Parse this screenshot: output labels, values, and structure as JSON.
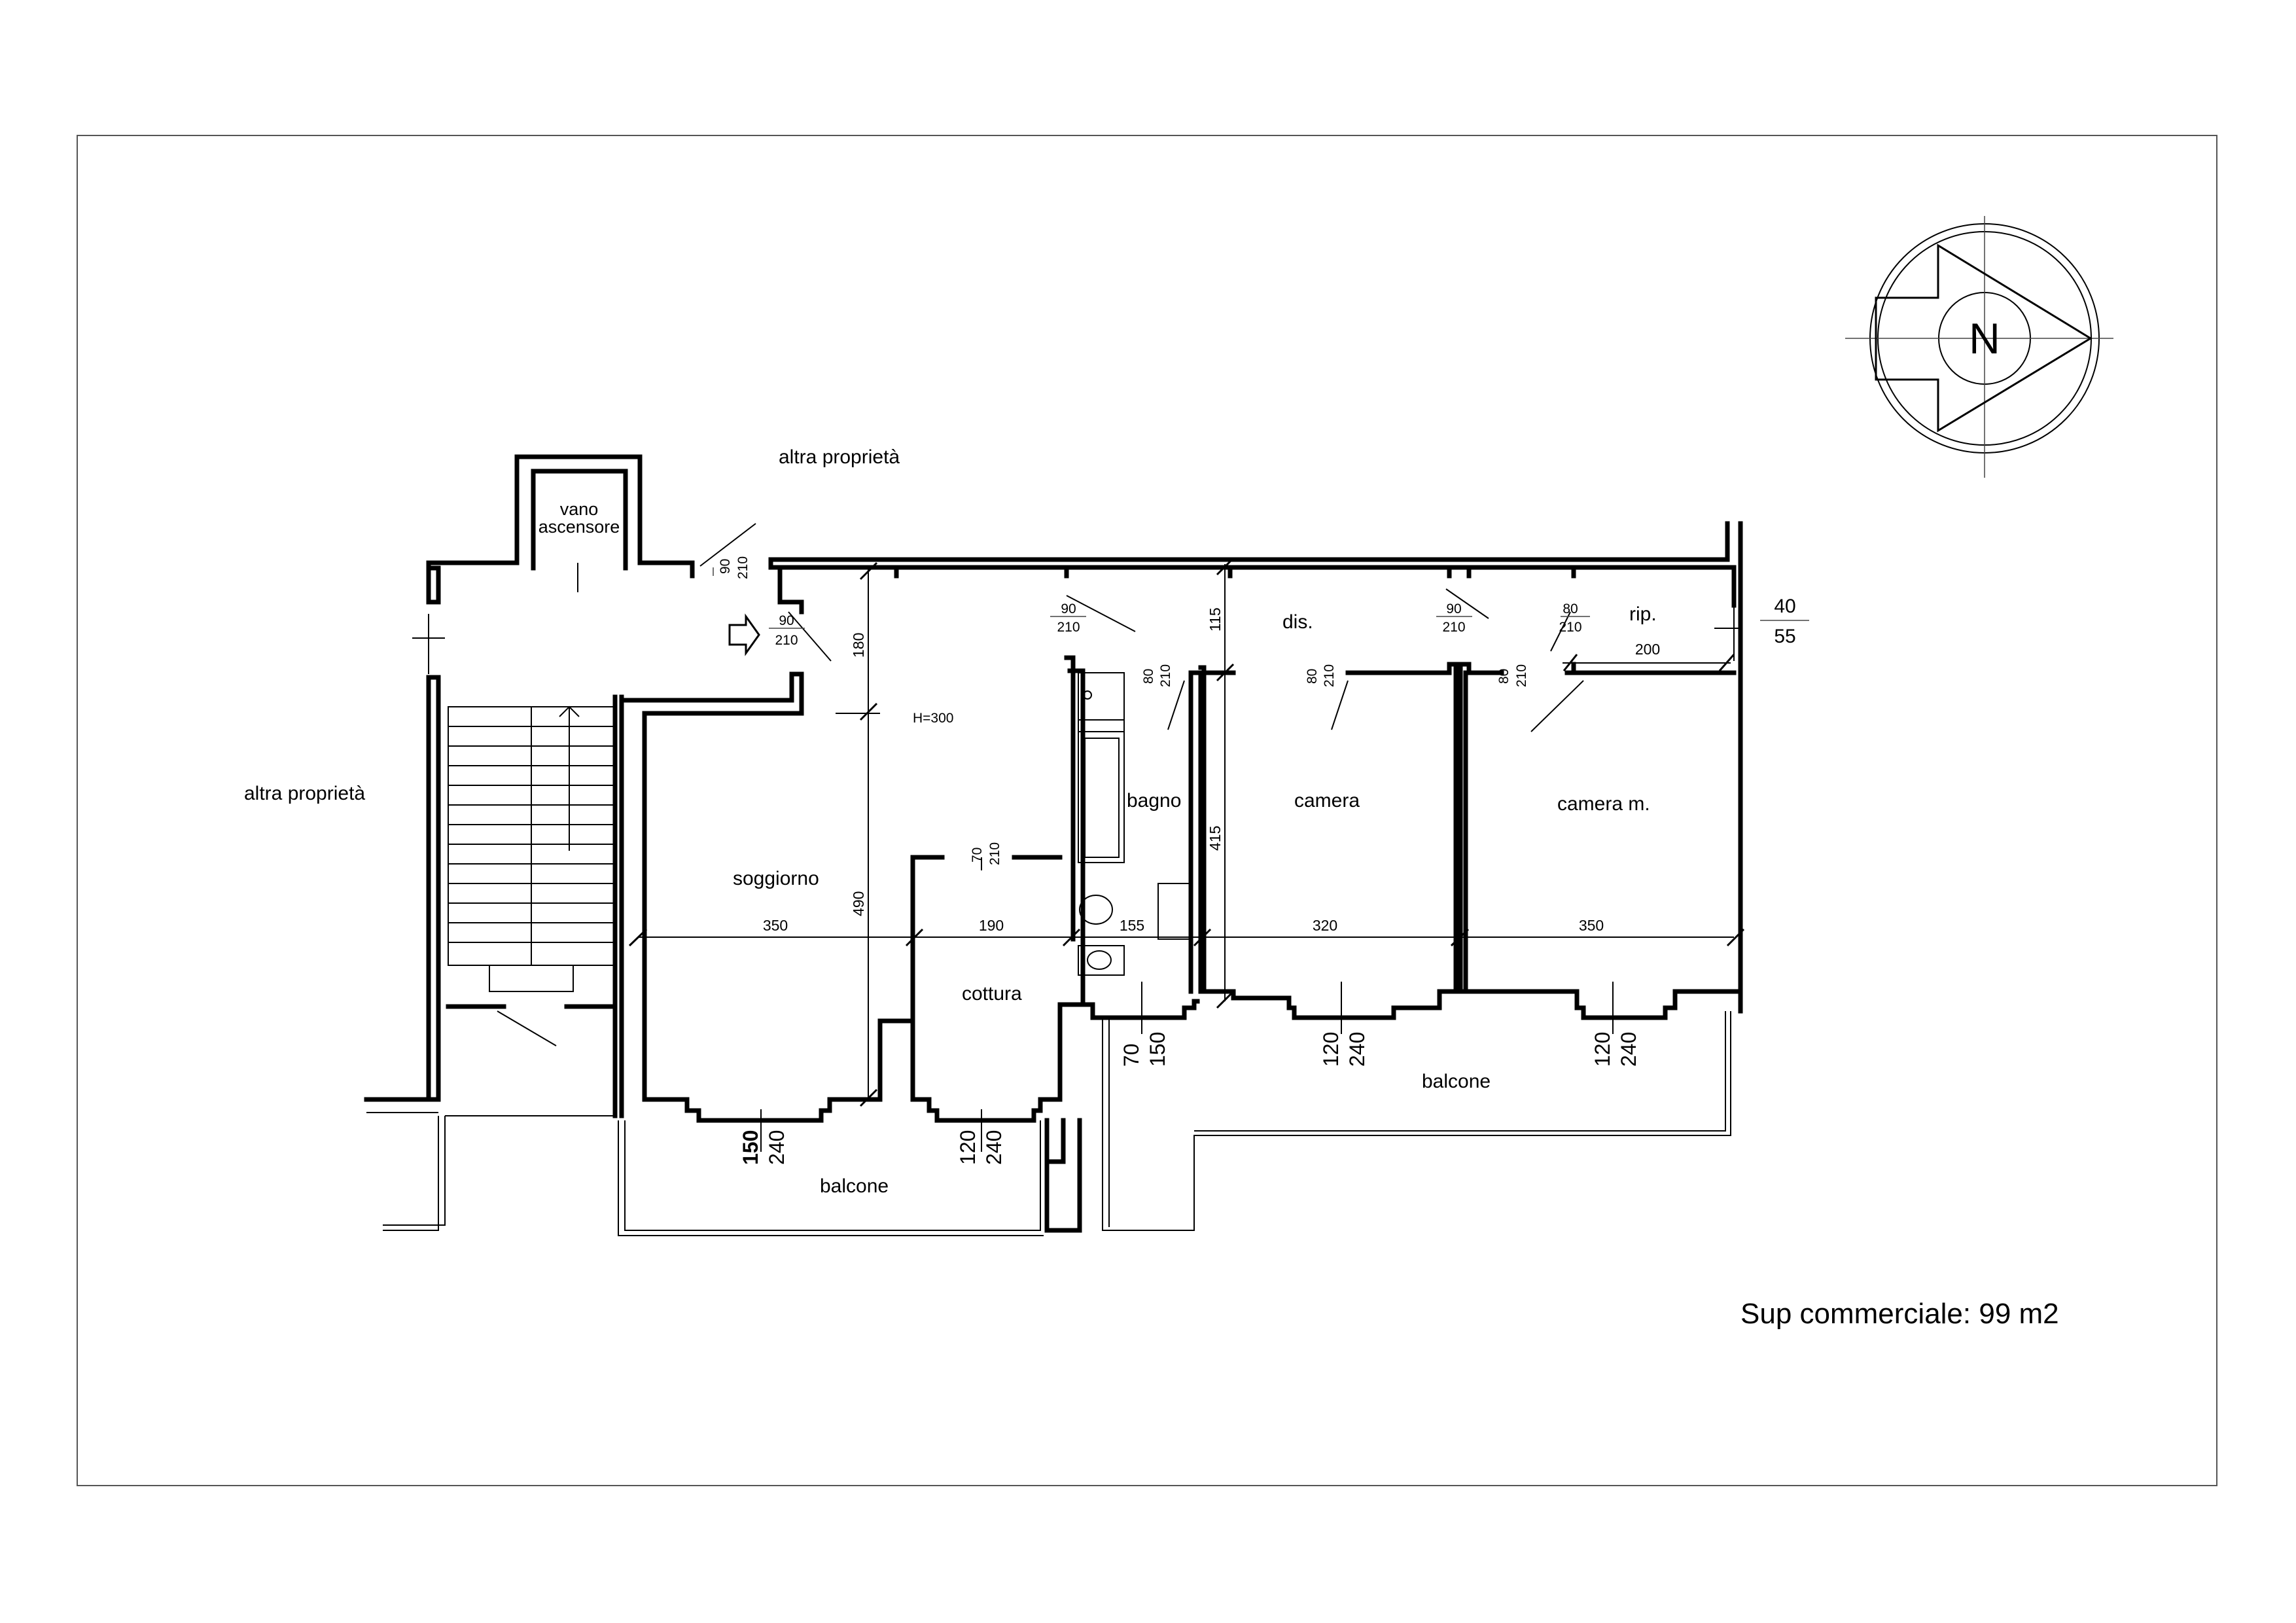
{
  "labels": {
    "altra_top": "altra proprietà",
    "altra_left": "altra proprietà",
    "vano_1": "vano",
    "vano_2": "ascensore",
    "soggiorno": "soggiorno",
    "cottura": "cottura",
    "bagno": "bagno",
    "camera": "camera",
    "camera_m": "camera m.",
    "dis": "dis.",
    "rip": "rip.",
    "balcone_left": "balcone",
    "balcone_right": "balcone",
    "height": "H=300",
    "sup": "Sup commerciale:  99 m2",
    "north": "N"
  },
  "doors": {
    "d_landing_w": "90",
    "d_landing_h": "210",
    "d_entry_w": "90",
    "d_entry_h": "210",
    "d_dis_w": "90",
    "d_dis_h": "210",
    "d_bed_w": "90",
    "d_bed_h": "210",
    "d_rip_w": "80",
    "d_rip_h": "210",
    "d_bagno_w": "80",
    "d_bagno_h": "210",
    "d_camera_w": "80",
    "d_camera_h": "210",
    "d_cameram_w": "80",
    "d_cameram_h": "210",
    "d_cottura_w": "70",
    "d_cottura_h": "210"
  },
  "dims": {
    "d180": "180",
    "d115": "115",
    "d490": "490",
    "d415": "415",
    "d350a": "350",
    "d190": "190",
    "d155": "155",
    "d320": "320",
    "d350b": "350",
    "d200": "200",
    "d40": "40",
    "d55": "55"
  },
  "windows": {
    "w_sog_w": "150",
    "w_sog_h": "240",
    "w_cot_w": "120",
    "w_cot_h": "240",
    "w_bag_w": "70",
    "w_bag_h": "150",
    "w_cam_w": "120",
    "w_cam_h": "240",
    "w_camm_w": "120",
    "w_camm_h": "240"
  }
}
